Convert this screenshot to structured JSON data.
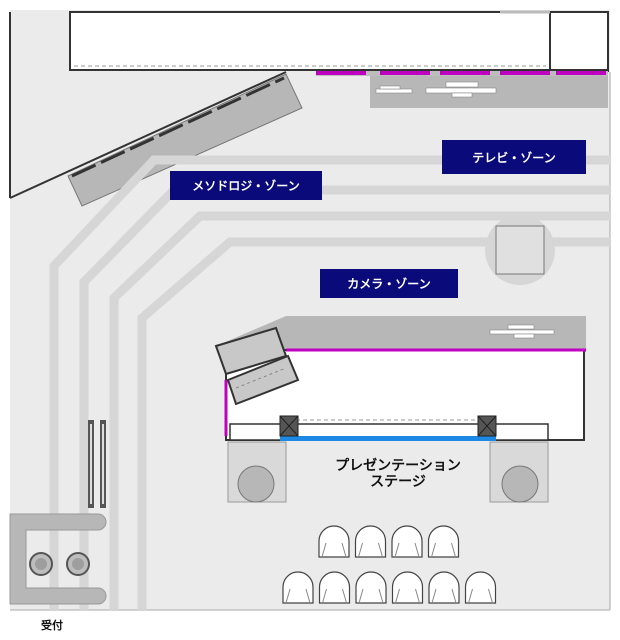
{
  "zones": {
    "methodology": "メソドロジ・ゾーン",
    "tv": "テレビ・ゾーン",
    "camera": "カメラ・ゾーン"
  },
  "stage": {
    "line1": "プレゼンテーション",
    "line2": "ステージ"
  },
  "reception": "受付",
  "colors": {
    "floor": "#ebebeb",
    "zone_label_bg": "#0a0a7a",
    "zone_label_text": "#ffffff",
    "walkway": "#d6d6d6",
    "fixture": "#b7b7b7",
    "wall": "#333333",
    "accent_magenta": "#c000c0",
    "accent_blue": "#1e88e5"
  },
  "seating": {
    "rows": 2,
    "front_row_chairs": 4,
    "back_row_chairs": 6
  }
}
